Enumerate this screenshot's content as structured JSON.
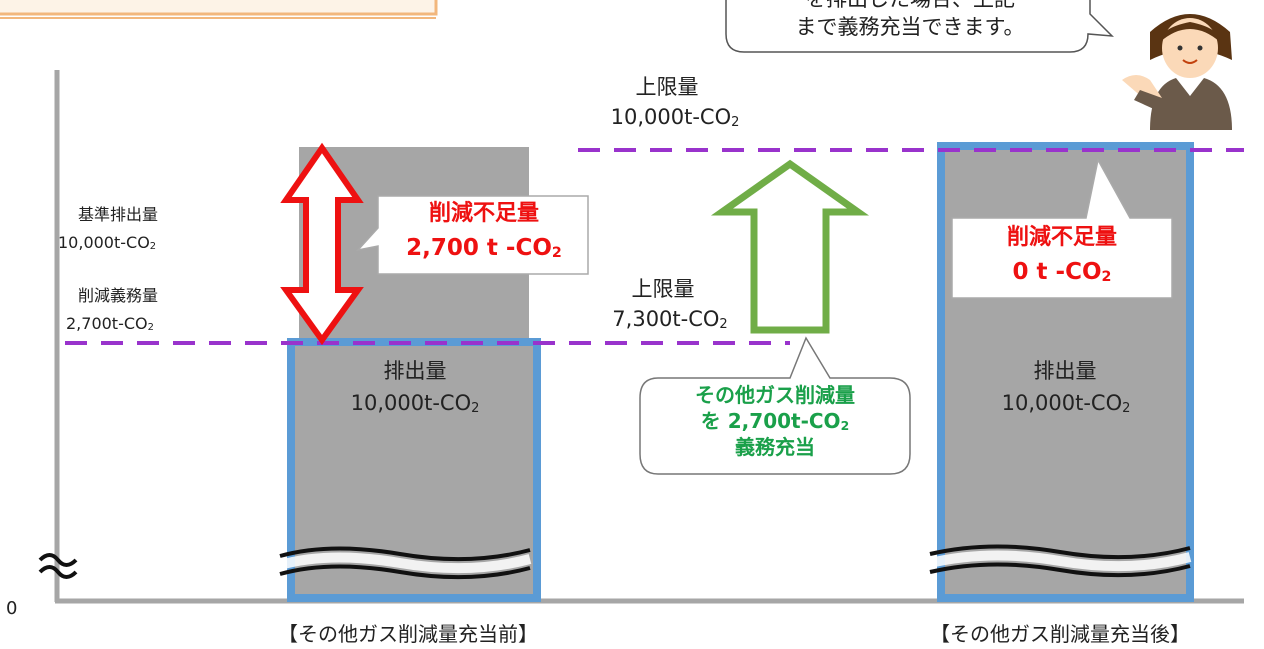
{
  "speech_top": {
    "line1": "を排出した場合、上記",
    "line2": "まで義務充当できます。"
  },
  "axis": {
    "zero": "0"
  },
  "left_axis": {
    "base_label": "基準排出量",
    "base_value": "10,000t-CO",
    "base_sub": "2",
    "duty_label": "削減義務量",
    "duty_value": "2,700t-CO",
    "duty_sub": "2"
  },
  "bar_left": {
    "emission_label": "排出量",
    "emission_value": "10,000t-CO",
    "emission_sub": "2",
    "shortfall_label": "削減不足量",
    "shortfall_value": "2,700 t -CO",
    "shortfall_sub": "2",
    "caption": "【その他ガス削減量充当前】"
  },
  "cap_low": {
    "label": "上限量",
    "value": "7,300t-CO",
    "sub": "2"
  },
  "cap_high": {
    "label": "上限量",
    "value": "10,000t-CO",
    "sub": "2"
  },
  "green_callout": {
    "line1": "その他ガス削減量",
    "line2_pre": "を 2,700t-CO",
    "line2_sub": "2",
    "line3": "義務充当"
  },
  "bar_right": {
    "emission_label": "排出量",
    "emission_value": "10,000t-CO",
    "emission_sub": "2",
    "shortfall_label": "削減不足量",
    "shortfall_value": "0 t -CO",
    "shortfall_sub": "2",
    "caption": "【その他ガス削減量充当後】"
  },
  "colors": {
    "bar_fill": "#a6a6a6",
    "bar_border": "#5b9bd5",
    "dash": "#9933cc",
    "axis": "#a6a6a6",
    "arrow_red": "#ee1111",
    "arrow_green": "#70ad47",
    "header_box": "#f2b77d"
  },
  "icons": {
    "approx": "approx-icon",
    "presenter": "presenter-icon"
  }
}
